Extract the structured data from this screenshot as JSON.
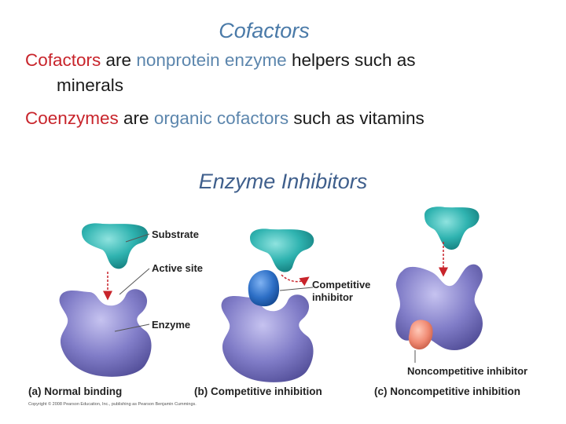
{
  "cofactors": {
    "title": "Cofactors",
    "line1": {
      "t1": "Cofactors",
      "t2": " are ",
      "t3": "nonprotein enzyme",
      "t4": " helpers such as",
      "t5": "minerals"
    },
    "line2": {
      "t1": "Coenzymes",
      "t2": " are ",
      "t3": "organic cofactors",
      "t4": " such as vitamins"
    }
  },
  "inhibitors": {
    "title": "Enzyme Inhibitors",
    "labels": {
      "substrate": "Substrate",
      "active_site": "Active site",
      "enzyme": "Enzyme",
      "competitive_1": "Competitive",
      "competitive_2": "inhibitor",
      "noncompetitive": "Noncompetitive inhibitor"
    },
    "captions": {
      "a": "(a) Normal binding",
      "b": "(b) Competitive inhibition",
      "c": "(c) Noncompetitive inhibition"
    },
    "copyright": "Copyright © 2008 Pearson Education, Inc., publishing as Pearson Benjamin Cummings.",
    "colors": {
      "substrate": "#2fb3b0",
      "enzyme": "#7f7cc4",
      "competitive_inhibitor": "#2d6fc6",
      "noncompetitive_inhibitor": "#f08a73",
      "arrow": "#c8242b"
    }
  }
}
